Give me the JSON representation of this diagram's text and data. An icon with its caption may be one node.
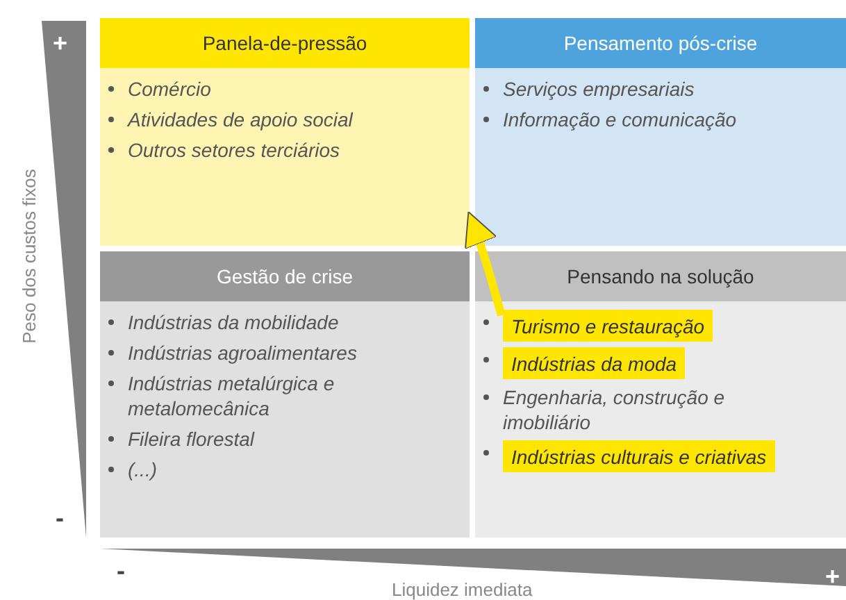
{
  "diagram": {
    "nodes": [
      {
        "text": [
          "Panela-de-pressão",
          "Comércio",
          "Atividades de apoio social",
          "Outros setores terciários"
        ]
      },
      {
        "text": [
          "Pensamento pós-crise",
          "Serviços empresariais",
          "Informação e comunicação"
        ]
      },
      {
        "text": [
          "Gestão de crise",
          "Indústrias da mobilidade",
          "Indústrias agroalimentares",
          "Indústrias metalúrgica e metalomecânica",
          "Fileira florestal",
          "(...)"
        ]
      },
      {
        "text": [
          "Pensando na solução",
          "Engenharia, construção e imobiliário"
        ]
      },
      {
        "text": [
          "Turismo e restauração"
        ],
        "in": 3
      },
      {
        "text": [
          "Indústrias da moda"
        ],
        "in": 3
      },
      {
        "text": [
          "Indústrias culturais e criativas"
        ],
        "in": 3
      }
    ],
    "edges": [
      {
        "from": 4,
        "to": 0,
        "arrow": "to",
        "color": "#ffe600"
      }
    ],
    "labels": [
      "+",
      "Peso dos custos fixos",
      "-",
      "-",
      "+",
      "Liquidez imediata"
    ]
  }
}
